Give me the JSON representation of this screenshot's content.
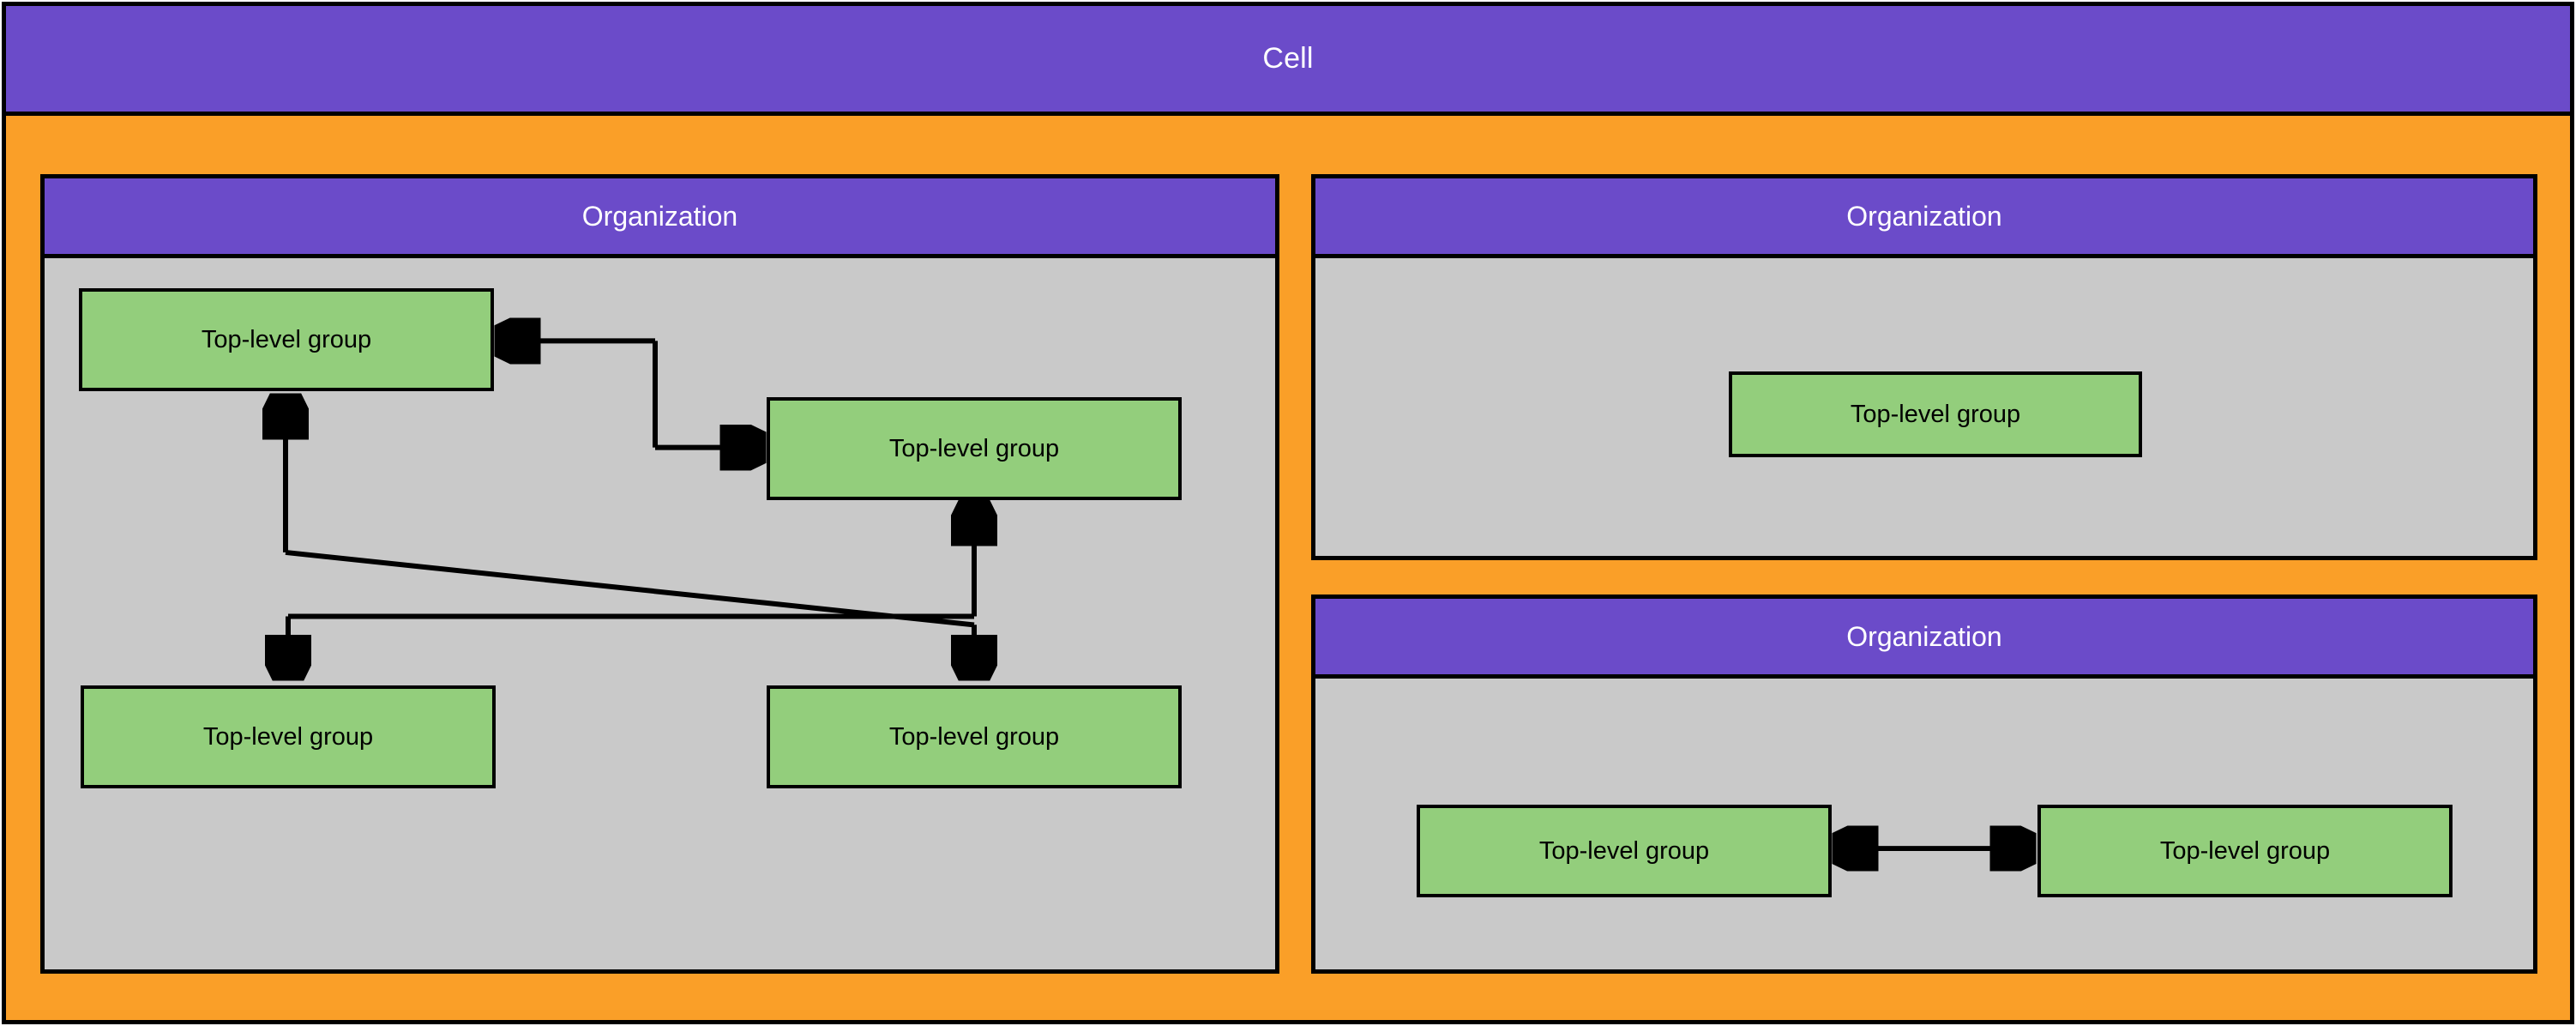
{
  "diagram": {
    "type": "nested-container-diagram",
    "title": "Cell",
    "colors": {
      "cell_header": "#6B4BC9",
      "cell_body": "#FA9F28",
      "org_header": "#6B4BC9",
      "org_body": "#C9C9C9",
      "group_fill": "#93CE7C",
      "stroke": "#000000",
      "header_text": "#FFFFFF",
      "node_text": "#000000"
    }
  },
  "cell": {
    "label": "Cell"
  },
  "organizations": [
    {
      "id": "org-left",
      "label": "Organization",
      "groups": [
        {
          "id": "n-l1",
          "label": "Top-level group"
        },
        {
          "id": "n-l2",
          "label": "Top-level group"
        },
        {
          "id": "n-l3",
          "label": "Top-level group"
        },
        {
          "id": "n-l4",
          "label": "Top-level group"
        }
      ],
      "edges": [
        {
          "from": "n-l2",
          "to": "n-l1",
          "arrow": "single"
        },
        {
          "from": "n-l1",
          "to": "n-l2",
          "arrow": "single"
        },
        {
          "from": "n-l3",
          "to": "n-l1",
          "arrow": "single"
        },
        {
          "from": "n-l1",
          "to": "n-l4",
          "arrow": "single"
        },
        {
          "from": "n-l4",
          "to": "n-l2",
          "arrow": "single"
        }
      ]
    },
    {
      "id": "org-rt",
      "label": "Organization",
      "groups": [
        {
          "id": "n-rt1",
          "label": "Top-level group"
        }
      ],
      "edges": []
    },
    {
      "id": "org-rb",
      "label": "Organization",
      "groups": [
        {
          "id": "n-rb1",
          "label": "Top-level group"
        },
        {
          "id": "n-rb2",
          "label": "Top-level group"
        }
      ],
      "edges": [
        {
          "from": "n-rb1",
          "to": "n-rb2",
          "arrow": "double"
        }
      ]
    }
  ]
}
